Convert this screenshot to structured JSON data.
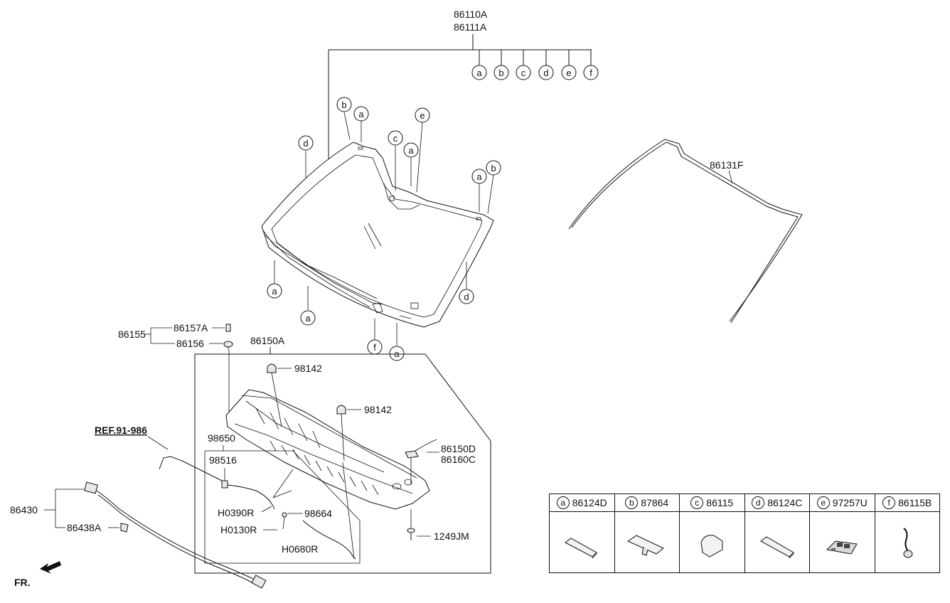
{
  "labels": {
    "windshield_part_1": "86110A",
    "windshield_part_2": "86111A",
    "moulding": "86131F",
    "cowl_panel": "86150A",
    "cowl_cover_1": "86150D",
    "cowl_cover_2": "86160C",
    "bolt": "1249JM",
    "cap_upper": "98142",
    "cap_lower": "98142",
    "clip_group": "86155",
    "clip_a": "86157A",
    "clip_b": "86156",
    "washer_hose_assy": "98650",
    "washer_nozzle": "98516",
    "hose_1": "H0390R",
    "hose_2": "H0130R",
    "hose_3": "H0680R",
    "connector": "98664",
    "reference": "REF.91-986",
    "harness": "86430",
    "harness_clip": "86438A",
    "front_marker": "FR."
  },
  "callouts": {
    "a": "a",
    "b": "b",
    "c": "c",
    "d": "d",
    "e": "e",
    "f": "f"
  },
  "legend": [
    {
      "letter": "a",
      "part": "86124D",
      "icon": "pad-icon"
    },
    {
      "letter": "b",
      "part": "87864",
      "icon": "clip-icon"
    },
    {
      "letter": "c",
      "part": "86115",
      "icon": "block-icon"
    },
    {
      "letter": "d",
      "part": "86124C",
      "icon": "pad-icon"
    },
    {
      "letter": "e",
      "part": "97257U",
      "icon": "sensor-icon"
    },
    {
      "letter": "f",
      "part": "86115B",
      "icon": "wire-icon"
    }
  ]
}
